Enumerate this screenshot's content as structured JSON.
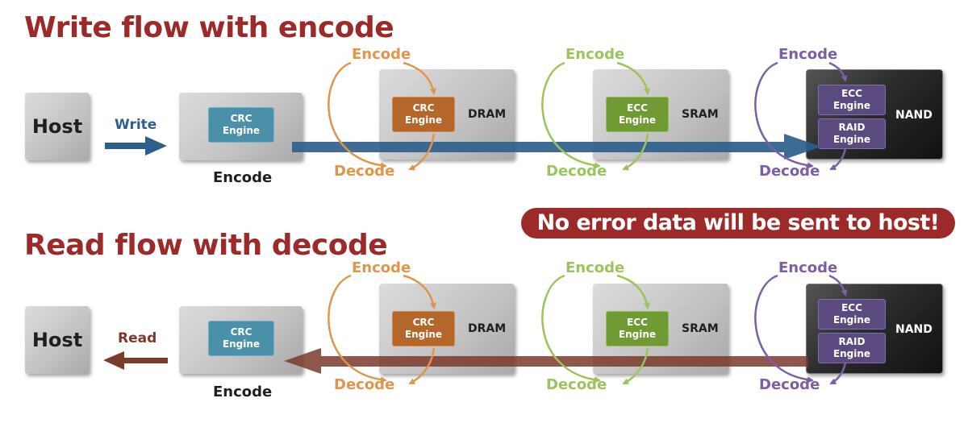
{
  "titles": {
    "write": "Write flow with encode",
    "read": "Read flow with decode"
  },
  "banner": "No error data will be sent to host!",
  "write_flow": {
    "host": "Host",
    "action": "Write",
    "controller_caption": "Encode",
    "crc_engine": {
      "line1": "CRC",
      "line2": "Engine"
    },
    "dram": {
      "label": "DRAM",
      "engine": {
        "line1": "CRC",
        "line2": "Engine"
      },
      "encode": "Encode",
      "decode": "Decode"
    },
    "sram": {
      "label": "SRAM",
      "engine": {
        "line1": "ECC",
        "line2": "Engine"
      },
      "encode": "Encode",
      "decode": "Decode"
    },
    "nand": {
      "label": "NAND",
      "ecc_engine": {
        "line1": "ECC",
        "line2": "Engine"
      },
      "raid_engine": {
        "line1": "RAID",
        "line2": "Engine"
      },
      "encode": "Encode",
      "decode": "Decode"
    }
  },
  "read_flow": {
    "host": "Host",
    "action": "Read",
    "controller_caption": "Encode",
    "crc_engine": {
      "line1": "CRC",
      "line2": "Engine"
    },
    "dram": {
      "label": "DRAM",
      "engine": {
        "line1": "CRC",
        "line2": "Engine"
      },
      "encode": "Encode",
      "decode": "Decode"
    },
    "sram": {
      "label": "SRAM",
      "engine": {
        "line1": "ECC",
        "line2": "Engine"
      },
      "encode": "Encode",
      "decode": "Decode"
    },
    "nand": {
      "label": "NAND",
      "ecc_engine": {
        "line1": "ECC",
        "line2": "Engine"
      },
      "raid_engine": {
        "line1": "RAID",
        "line2": "Engine"
      },
      "encode": "Encode",
      "decode": "Decode"
    }
  },
  "colors": {
    "title": "#9b2a28",
    "write_arrow": "#2e5f8c",
    "read_arrow": "#7a3a2c",
    "dram_cycle": "#e0954a",
    "sram_cycle": "#9cc45a",
    "nand_cycle": "#7a5ea8"
  }
}
